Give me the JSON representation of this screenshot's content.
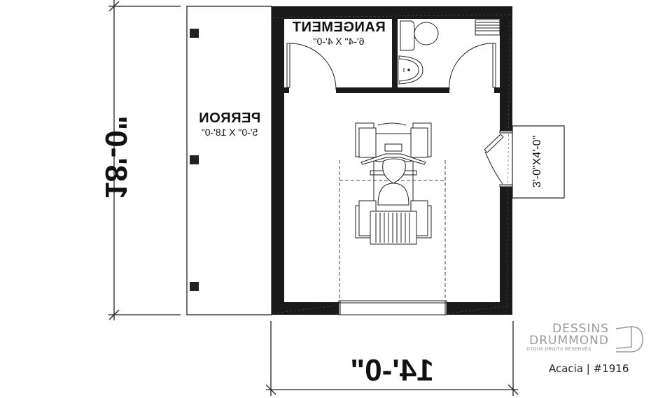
{
  "plan": {
    "title": "Acacia | #1916",
    "overall_width": "14'-0\"",
    "overall_depth": "18'-0\"",
    "rooms": [
      {
        "name": "RANGEMENT",
        "dimensions": "6'-4\" X 4'-0\""
      },
      {
        "name": "PERRON",
        "dimensions": "5'-0\" X 18'-0\""
      }
    ],
    "side_landing": "3'-0\"X4'-0\"",
    "fixtures": [
      "toilet",
      "sink",
      "shelving",
      "lawn-tractor",
      "garage-door",
      "doors"
    ]
  },
  "brand": {
    "line1": "DESSINS",
    "line2": "DRUMMOND",
    "rights": "©TOUS DROITS RÉSERVÉS"
  },
  "colors": {
    "wall": "#1a1a1a",
    "line": "#222222",
    "logo_gray": "#9a9a9a",
    "background": "#ffffff"
  }
}
